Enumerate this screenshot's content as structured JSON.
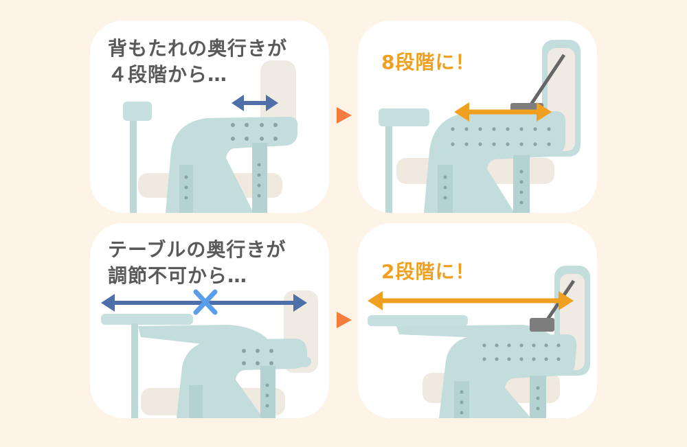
{
  "panels": {
    "before_backrest": {
      "lines": [
        "背もたれの奥行きが",
        "４段階から…"
      ]
    },
    "after_backrest": {
      "lines": [
        "8段階に！"
      ]
    },
    "before_table": {
      "lines": [
        "テーブルの奥行きが",
        "調節不可から…"
      ]
    },
    "after_table": {
      "lines": [
        "2段階に！"
      ]
    }
  },
  "icons": {
    "next_arrow": "triangle-right-icon",
    "not_adjustable": "cross-icon",
    "range_arrow": "double-arrow-icon"
  },
  "colors": {
    "background": "#fdf3e6",
    "panel": "#ffffff",
    "caption_gray": "#595959",
    "caption_orange": "#f0a020",
    "arrow_blue": "#4f6fa8",
    "arrow_orange": "#f0a020",
    "cross_blue": "#5a9de8",
    "next_arrow": "#f47c3c",
    "chair_frame": "#bcd9d8",
    "chair_seat": "#efe9df"
  }
}
